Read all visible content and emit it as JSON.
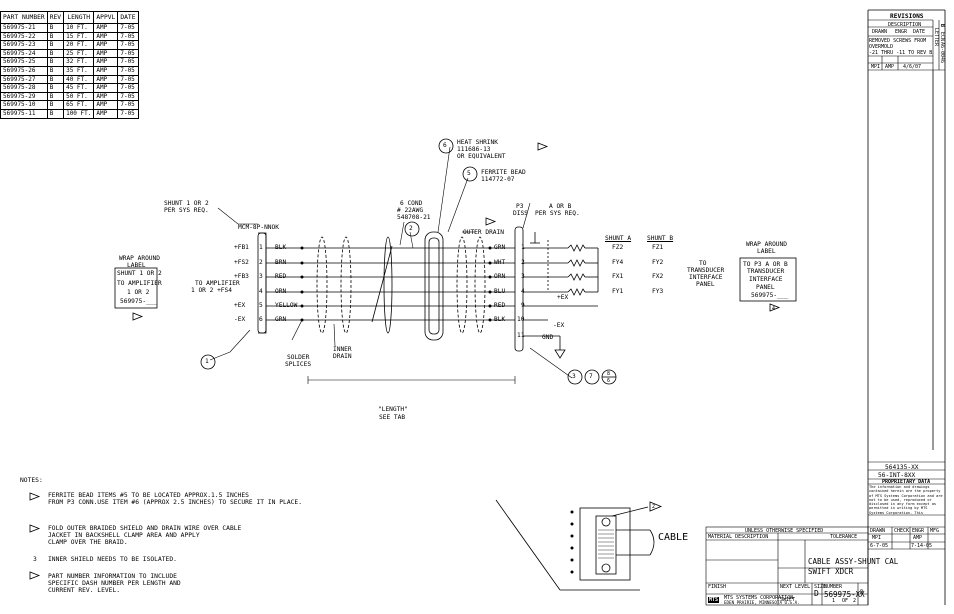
{
  "part_table": {
    "headers": [
      "PART NUMBER",
      "REV",
      "LENGTH",
      "APPVL",
      "DATE"
    ],
    "rows": [
      [
        "569975-21",
        "B",
        "10 FT.",
        "AMP",
        "7-05"
      ],
      [
        "569975-22",
        "B",
        "15 FT.",
        "AMP",
        "7-05"
      ],
      [
        "569975-23",
        "B",
        "20 FT.",
        "AMP",
        "7-05"
      ],
      [
        "569975-24",
        "B",
        "25 FT.",
        "AMP",
        "7-05"
      ],
      [
        "569975-25",
        "B",
        "32 FT.",
        "AMP",
        "7-05"
      ],
      [
        "569975-26",
        "B",
        "35 FT.",
        "AMP",
        "7-05"
      ],
      [
        "569975-27",
        "B",
        "40 FT.",
        "AMP",
        "7-05"
      ],
      [
        "569975-28",
        "B",
        "45 FT.",
        "AMP",
        "7-05"
      ],
      [
        "569975-29",
        "B",
        "50 FT.",
        "AMP",
        "7-05"
      ],
      [
        "569975-10",
        "B",
        "65 FT.",
        "AMP",
        "7-05"
      ],
      [
        "569975-11",
        "B",
        "100 FT.",
        "AMP",
        "7-05"
      ]
    ]
  },
  "callouts": {
    "heat_shrink": "HEAT SHRINK",
    "heat_shrink_pn": "111686-13",
    "heat_shrink_eq": "OR EQUIVALENT",
    "ferrite": "FERRITE BEAD",
    "ferrite_pn": "114772-07",
    "a_or_b": "A OR B",
    "per_sys": "PER SYS REQ.",
    "p3": "P3",
    "p3_type": "DISS",
    "cond": "6 COND",
    "awg": "# 22AWG",
    "cond_pn": "548708-21",
    "outer_drain": "OUTER DRAIN",
    "shunt_left": "SHUNT 1 OR 2",
    "shunt_left2": "PER SYS REQ.",
    "mcm": "MCM-8P-NNOK",
    "wrap_label": "WRAP AROUND",
    "wrap_label2": "LABEL",
    "label_l1": "SHUNT 1 OR 2",
    "label_l2": "TO AMPLIFIER",
    "label_l3": "1 OR 2",
    "label_l4": "569975-___",
    "to_amp": "TO AMPLIFIER",
    "to_amp2": "1 OR 2 +FS4",
    "solder": "SOLDER",
    "splices": "SPLICES",
    "inner": "INNER",
    "drain": "DRAIN",
    "length": "\"LENGTH\"",
    "see_tab": "SEE TAB",
    "shunt_a": "SHUNT A",
    "shunt_b": "SHUNT B",
    "to_xdcr": "TO",
    "to_xdcr2": "TRANSDUCER",
    "to_xdcr3": "INTERFACE",
    "to_xdcr4": "PANEL",
    "wrap_r": "WRAP AROUND",
    "wrap_r2": "LABEL",
    "label_r1": "TO P3 A OR B",
    "label_r2": "TRANSDUCER",
    "label_r3": "INTERFACE",
    "label_r4": "PANEL",
    "label_r5": "569975-___",
    "gnd": "GND",
    "cable": "CABLE",
    "bubble1": "1",
    "bubble2": "2",
    "bubble3": "3",
    "bubble5": "5",
    "bubble6": "6",
    "bubble7": "7",
    "bubble8": "8",
    "bubble6b": "6",
    "flag4": "4",
    "flag2": "2"
  },
  "left_pins": [
    {
      "sig": "+FB1",
      "num": "1",
      "wire": "BLK"
    },
    {
      "sig": "+FS2",
      "num": "2",
      "wire": "BRN"
    },
    {
      "sig": "+FB3",
      "num": "3",
      "wire": "RED"
    },
    {
      "sig": "",
      "num": "4",
      "wire": "ORN"
    },
    {
      "sig": "+EX",
      "num": "5",
      "wire": "YELLOW"
    },
    {
      "sig": "-EX",
      "num": "6",
      "wire": "GRN"
    }
  ],
  "right_pins": [
    {
      "num": "1",
      "wire": "GRN",
      "a": "FZ2",
      "b": "FZ1"
    },
    {
      "num": "2",
      "wire": "WHT",
      "a": "FY4",
      "b": "FY2"
    },
    {
      "num": "3",
      "wire": "ORN",
      "a": "FX1",
      "b": "FX2"
    },
    {
      "num": "4",
      "wire": "BLU",
      "a": "FY1",
      "b": "FY3"
    },
    {
      "num": "9",
      "wire": "RED",
      "a": "+EX",
      "b": ""
    },
    {
      "num": "10",
      "wire": "BLK",
      "a": "-EX",
      "b": ""
    },
    {
      "num": "11",
      "wire": "",
      "a": "",
      "b": ""
    }
  ],
  "notes": {
    "title": "NOTES:",
    "n1a": "FERRITE BEAD ITEMS #5 TO BE LOCATED APPROX.1.5 INCHES",
    "n1b": "FROM P3 CONN.USE ITEM #6 (APPROX 2.5 INCHES) TO SECURE IT IN PLACE.",
    "n2a": "FOLD OUTER BRAIDED SHIELD AND DRAIN WIRE OVER CABLE",
    "n2b": "JACKET IN BACKSHELL CLAMP AREA AND APPLY",
    "n2c": "CLAMP OVER THE BRAID.",
    "n3": "INNER SHIELD NEEDS TO BE ISOLATED.",
    "n3num": "3",
    "n4a": "PART NUMBER INFORMATION TO INCLUDE",
    "n4b": "SPECIFIC DASH NUMBER PER LENGTH AND",
    "n4c": "CURRENT REV. LEVEL."
  },
  "revisions": {
    "title": "REVISIONS",
    "desc": "DESCRIPTION",
    "ltr": "LETTER",
    "drawn": "DRAWN",
    "engr": "ENGR",
    "date": "DATE",
    "text1": "REMOVED SCREWS FROM",
    "text2": "OVERMOLD",
    "text3": "-21 THRU -11 TO REV B",
    "init1": "MPI",
    "init2": "AMP",
    "dt": "4/6/07",
    "eco": "ECN",
    "eco_num": "A6-0046"
  },
  "title_block": {
    "doc_no": "564135-XX",
    "assy_ref": "56-INT-8XX",
    "prop_title": "PROPRIETARY DATA",
    "prop_text": "The information and drawings contained herein are the property of MTS Systems Corporation and are not to be used, reproduced or disclosed in any form except as permitted in writing by MTS Systems Corporation. This information includes information that is in the public domain or was originated by the prior possessor of the drawings.",
    "drawn_h": "DRAWN",
    "check_h": "CHECK",
    "engr_h": "ENGR",
    "mfg_h": "MFG",
    "drawn_v": "MPI",
    "engr_v": "AMP",
    "date_h": "DATE",
    "d1": "6-7-05",
    "d2": "7-14-05",
    "unless": "UNLESS OTHERWISE SPECIFIED",
    "material": "MATERIAL DESCRIPTION",
    "tol": "TOLERANCE",
    "title1": "CABLE ASSY-SHUNT CAL",
    "title2": "SWIFT XDCR",
    "next": "NEXT LEVEL",
    "size_h": "SIZE",
    "size": "D",
    "number_h": "NUMBER",
    "number": "569975-XX",
    "rev": "B",
    "project": "SWIFT",
    "sheet": "1",
    "of": "OF",
    "of_n": "2",
    "company": "MTS SYSTEMS CORPORATION",
    "city": "EDEN PRAIRIE, MINNESOTA U.S.A.",
    "finish": "FINISH",
    "mts": "MTS"
  }
}
